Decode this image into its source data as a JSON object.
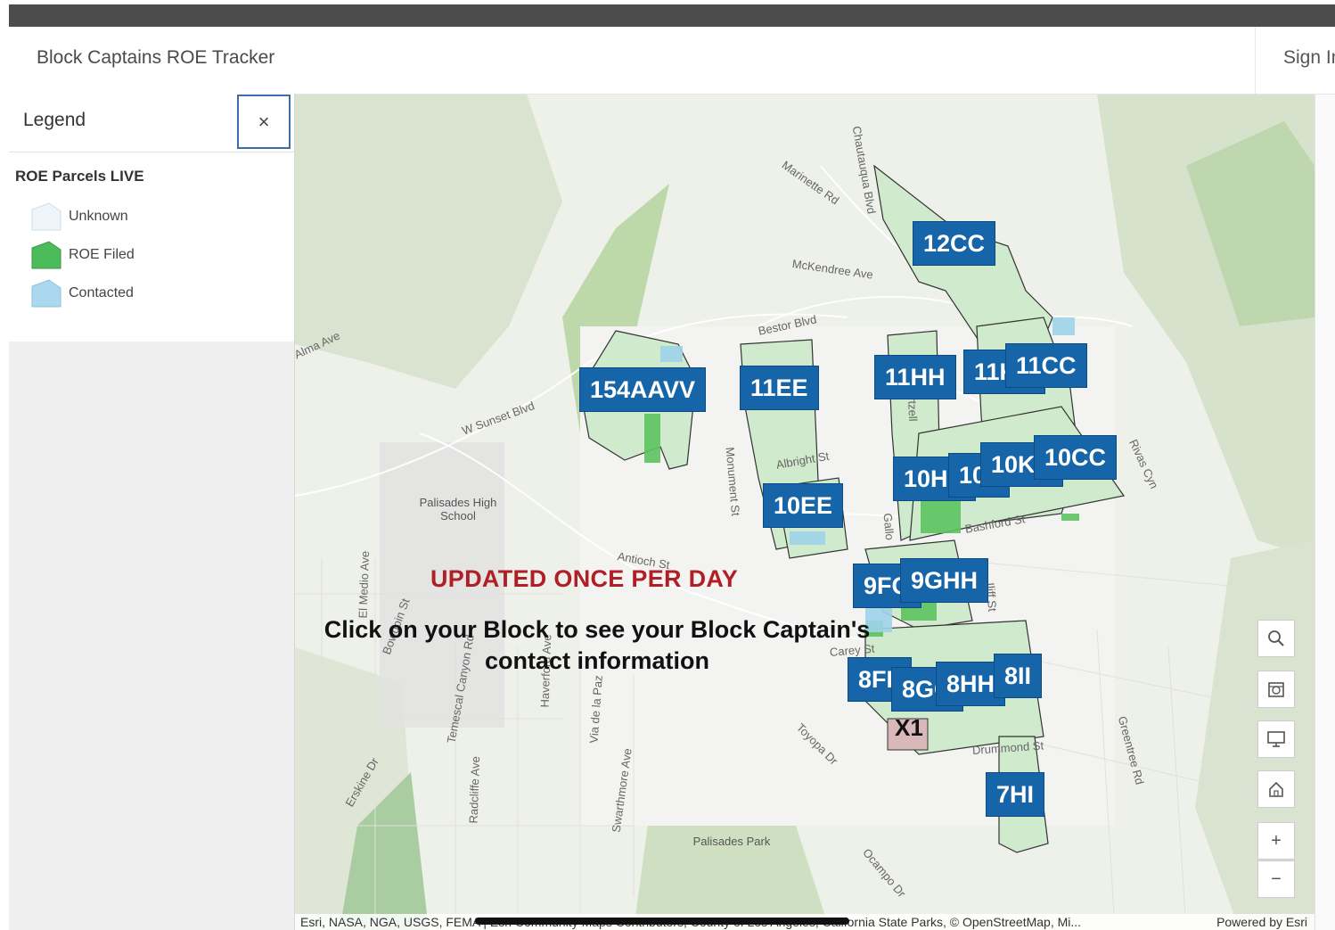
{
  "app": {
    "title": "Block Captains ROE Tracker",
    "sign_in": "Sign In"
  },
  "legend": {
    "title": "Legend",
    "close_glyph": "×",
    "layer_name": "ROE Parcels LIVE",
    "items": [
      {
        "label": "Unknown",
        "color": "#eef6fb"
      },
      {
        "label": "ROE Filed",
        "color": "#4cbb5a"
      },
      {
        "label": "Contacted",
        "color": "#a9d8ef"
      }
    ]
  },
  "map": {
    "overlay_notice": "UPDATED ONCE PER DAY",
    "overlay_instruction_line1": "Click on your Block to see your Block Captain's",
    "overlay_instruction_line2": "contact information",
    "block_labels": [
      "12CC",
      "154AAVV",
      "11EE",
      "11HH",
      "11KK",
      "11CC",
      "10HH",
      "10II",
      "10KK",
      "10CC",
      "10EE",
      "9FG",
      "9GHH",
      "8FF",
      "8GG",
      "8HH",
      "8II",
      "7HI"
    ],
    "other_label": "X1",
    "streets": [
      "Marinette Rd",
      "McKendree Ave",
      "Bestor Blvd",
      "Chautauqua Blvd",
      "W Sunset Blvd",
      "Monument St",
      "Albright St",
      "Antioch St",
      "El Medio Ave",
      "Bowdoin St",
      "Temescal Canyon Rd",
      "Haverford Ave",
      "Radcliffe Ave",
      "Swarthmore Ave",
      "Via de la Paz",
      "Erskine Dr",
      "Toyopa Dr",
      "Ocampo Dr",
      "Carey St",
      "Gallo",
      "Drummond St",
      "Rivas Cyn",
      "Greentree Rd",
      "Iliff St",
      "Bashford St",
      "Hartzell",
      "Alma Ave"
    ],
    "places": [
      "Palisades High School",
      "Palisades Park"
    ],
    "attribution": "Esri, NASA, NGA, USGS, FEMA | Esri Community Maps Contributors, County of Los Angeles, California State Parks, © OpenStreetMap, Mi...",
    "powered_by": "Powered by Esri"
  },
  "controls": {
    "search_icon": "search-icon",
    "basemap_icon": "basemap-gallery-icon",
    "fullscreen_icon": "screen-icon",
    "home_icon": "home-icon",
    "zoom_in": "+",
    "zoom_out": "−"
  }
}
